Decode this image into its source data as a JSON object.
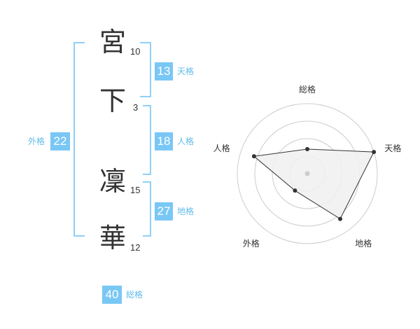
{
  "name": {
    "chars": [
      {
        "char": "宮",
        "strokes": "10"
      },
      {
        "char": "下",
        "strokes": "3"
      },
      {
        "char": "凜",
        "strokes": "15"
      },
      {
        "char": "華",
        "strokes": "12"
      }
    ]
  },
  "kakusu": {
    "tenkaku": {
      "value": "13",
      "label": "天格"
    },
    "jinkaku": {
      "value": "18",
      "label": "人格"
    },
    "chikaku": {
      "value": "27",
      "label": "地格"
    },
    "gaikaku": {
      "value": "22",
      "label": "外格"
    },
    "soukaku": {
      "value": "40",
      "label": "総格"
    }
  },
  "chart_data": {
    "type": "radar",
    "axes": [
      "総格",
      "天格",
      "地格",
      "外格",
      "人格"
    ],
    "values": [
      0.35,
      1.0,
      0.8,
      0.3,
      0.8
    ],
    "range": [
      0,
      1
    ],
    "rings": 4,
    "colors": {
      "fill": "#f0f0f0",
      "line": "#333333",
      "ring": "#cccccc",
      "center": "#cccccc"
    }
  },
  "colors": {
    "badge": "#79c7f5",
    "bracket": "#8fd0f6",
    "label": "#61bce9"
  }
}
